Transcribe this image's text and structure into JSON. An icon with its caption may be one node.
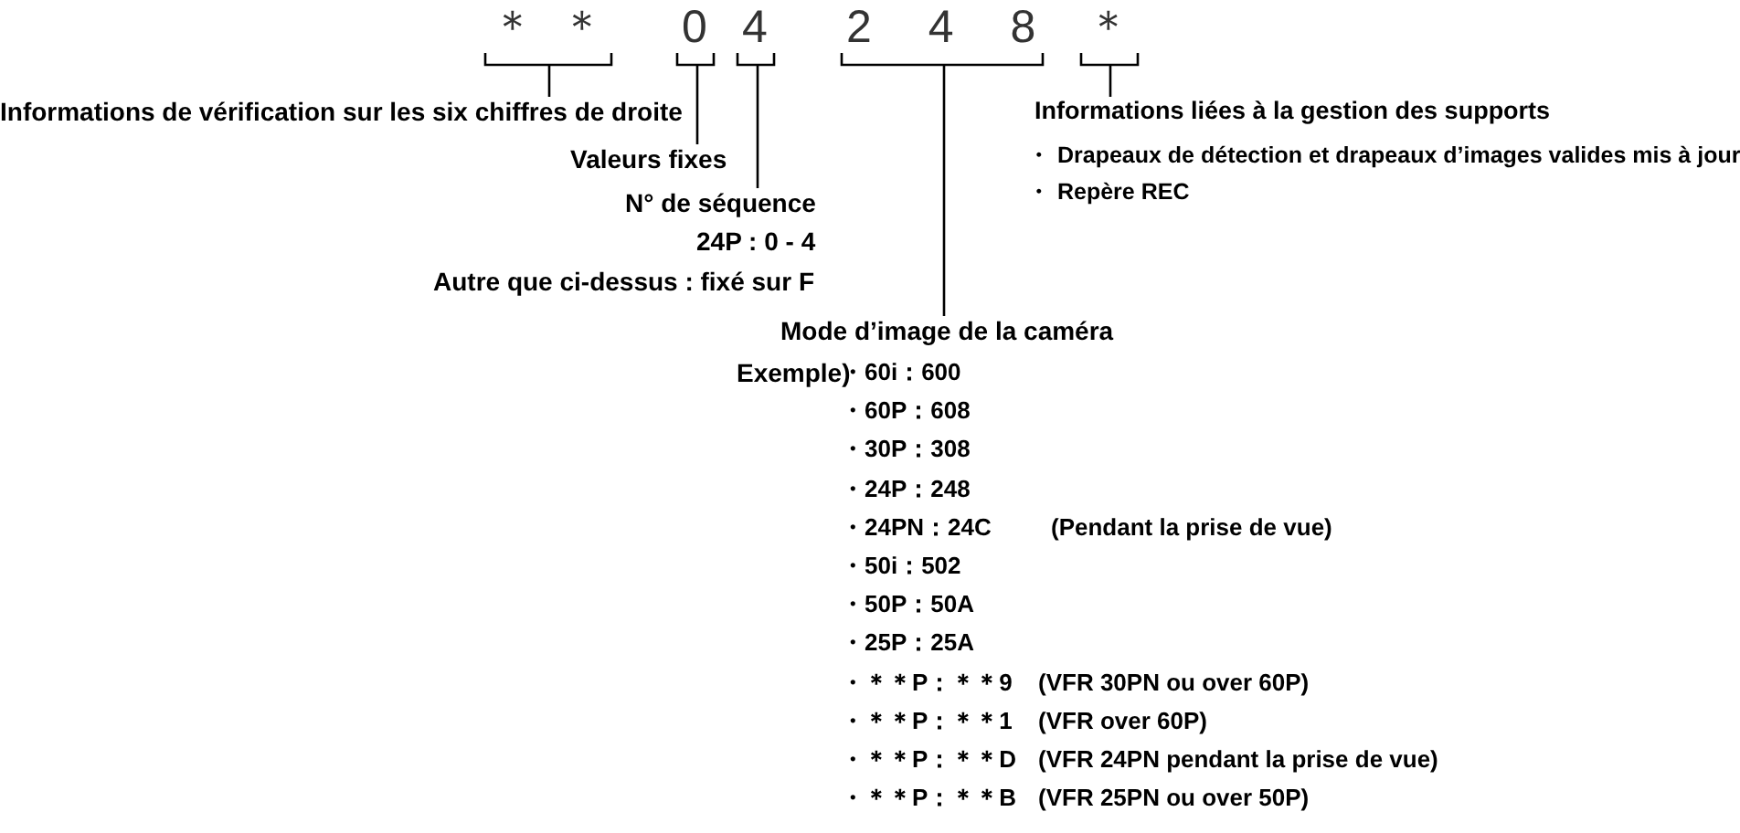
{
  "diagram": {
    "nodes": [
      {
        "text": [
          "＊＊"
        ]
      },
      {
        "text": [
          "0"
        ]
      },
      {
        "text": [
          "4"
        ]
      },
      {
        "text": [
          "248"
        ]
      },
      {
        "text": [
          "＊"
        ]
      },
      {
        "text": [
          "Informations de vérification sur les six chiffres de droite"
        ]
      },
      {
        "text": [
          "Valeurs fixes"
        ]
      },
      {
        "text": [
          "N° de séquence",
          "24P : 0 - 4",
          "Autre que ci-dessus : fixé sur F"
        ]
      },
      {
        "text": [
          "Mode d’image de la caméra",
          "Exemple)",
          "・60i：600",
          "・60P：608",
          "・30P：308",
          "・24P：248",
          "・24PN：24C",
          "(Pendant la prise de vue)",
          "・50i：502",
          "・50P：50A",
          "・25P：25A",
          "・＊＊P：＊＊9",
          "(VFR 30PN ou over 60P)",
          "・＊＊P：＊＊1",
          "(VFR over 60P)",
          "・＊＊P：＊＊D",
          "(VFR 24PN pendant la prise de vue)",
          "・＊＊P：＊＊B",
          "(VFR 25PN ou over 50P)"
        ]
      },
      {
        "text": [
          "Informations liées à la gestion des supports",
          "・ Drapeaux de détection et drapeaux d’images valides mis à jour",
          "・ Repère REC"
        ]
      }
    ],
    "edges": [
      {
        "from": 5,
        "to": 0,
        "arrow": "none"
      },
      {
        "from": 6,
        "to": 1,
        "arrow": "none"
      },
      {
        "from": 7,
        "to": 2,
        "arrow": "none"
      },
      {
        "from": 8,
        "to": 3,
        "arrow": "none"
      },
      {
        "from": 9,
        "to": 4,
        "arrow": "none"
      }
    ]
  }
}
